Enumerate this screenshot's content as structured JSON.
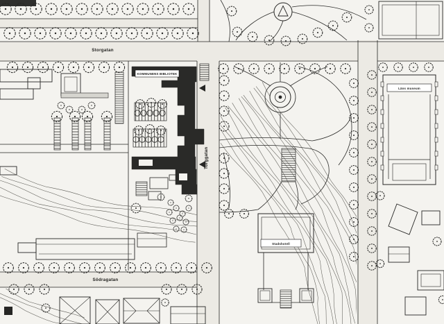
{
  "map": {
    "streets": {
      "top": "Storgatan",
      "middle": "Torggatan",
      "bottom": "Södragatan"
    },
    "buildings": {
      "project": "KOMMUNENS BIBLIOTEK",
      "hotel": "Stadshotell",
      "museum": "Läns museum"
    },
    "icons": {
      "tree": "tree-icon",
      "fountain": "fountain-icon",
      "monument": "monument-icon",
      "entrance_arrow": "entrance-arrow-icon"
    },
    "colors": {
      "paper": "#f4f3ef",
      "ink": "#262624",
      "building_fill": "#2a2a28",
      "street": "#eceae4",
      "gray_band": "#d6d5cf",
      "contour": "#5c5b55"
    }
  }
}
